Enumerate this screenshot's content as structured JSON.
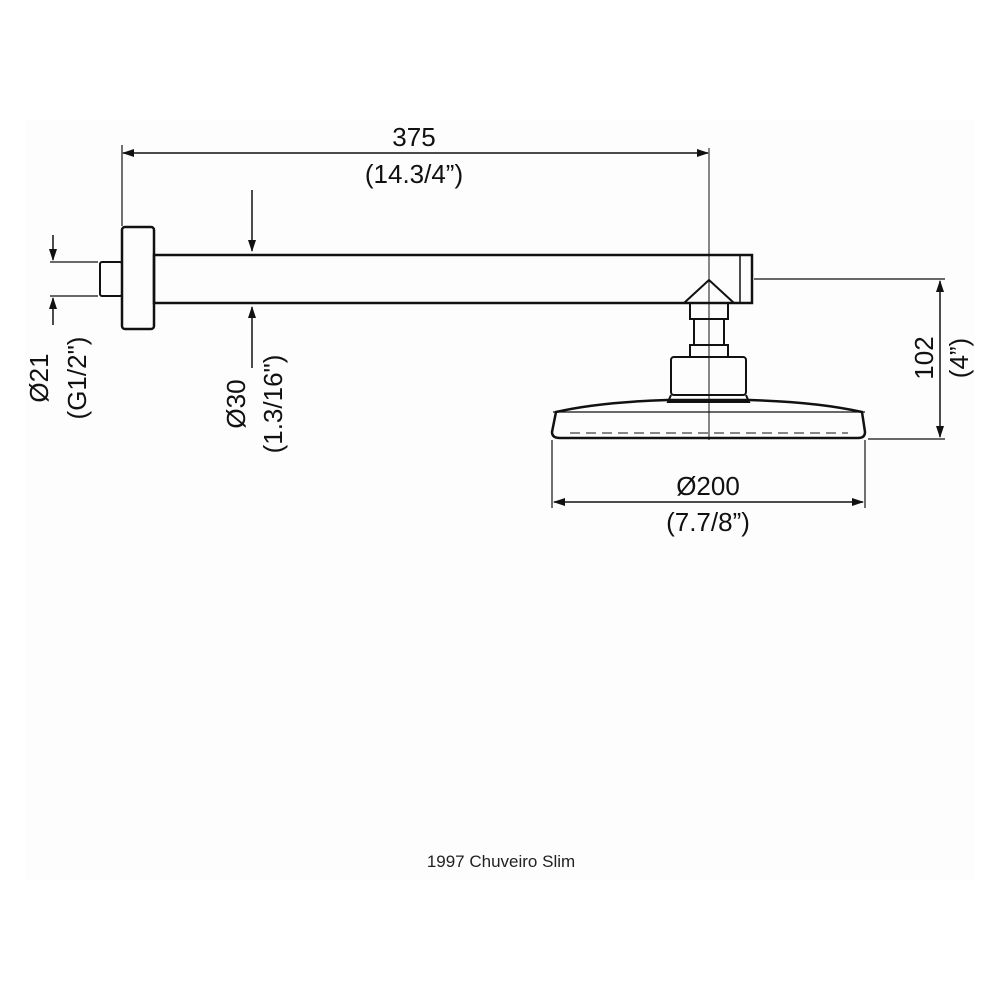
{
  "dimensions": {
    "length": {
      "mm": "375",
      "inch": "(14.3/4”)"
    },
    "height": {
      "mm": "102",
      "inch": "(4”)"
    },
    "head_diameter": {
      "mm": "Ø200",
      "inch": "(7.7/8”)"
    },
    "arm_diameter": {
      "mm": "Ø30",
      "inch": "(1.3/16\")"
    },
    "thread_diameter": {
      "mm": "Ø21",
      "inch": "(G1/2\")"
    }
  },
  "caption": "1997 Chuveiro Slim"
}
